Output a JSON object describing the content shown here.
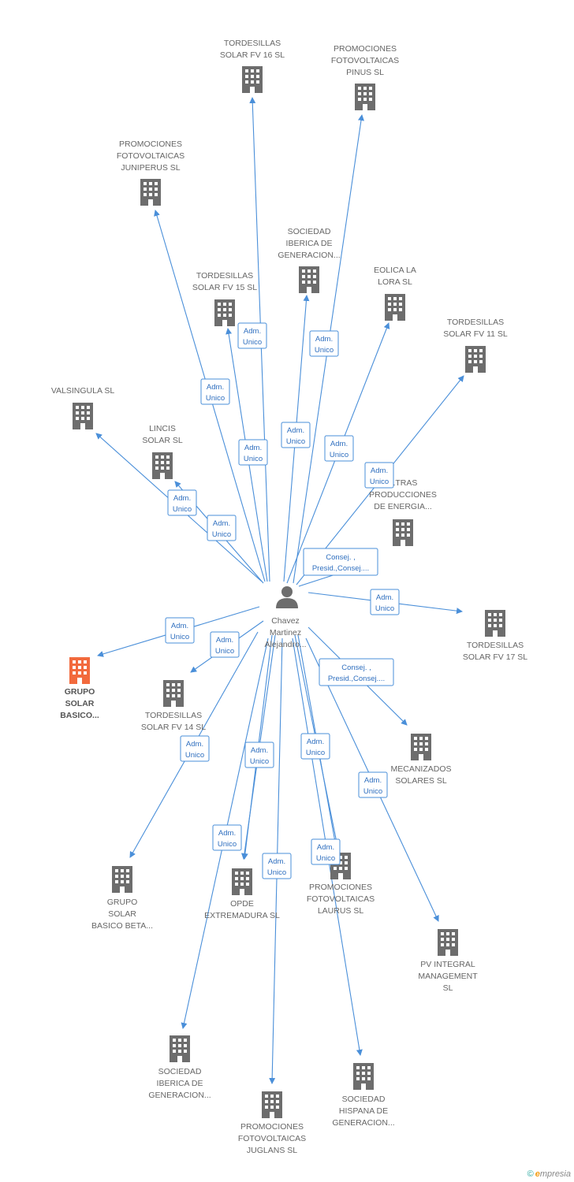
{
  "colors": {
    "edge": "#4a8fd9",
    "building": "#6d6d6d",
    "highlight": "#f26a3d",
    "person": "#6d6d6d"
  },
  "person": {
    "name_lines": [
      "Chavez",
      "Martinez",
      "Alejandro..."
    ],
    "icon": "person-icon"
  },
  "companies": [
    {
      "id": "tordesillas-16",
      "lines": [
        "TORDESILLAS",
        "SOLAR FV 16 SL"
      ],
      "role": [
        "Adm.",
        "Unico"
      ]
    },
    {
      "id": "pinus",
      "lines": [
        "PROMOCIONES",
        "FOTOVOLTAICAS",
        "PINUS SL"
      ],
      "role": [
        "Adm.",
        "Unico"
      ]
    },
    {
      "id": "juniperus",
      "lines": [
        "PROMOCIONES",
        "FOTOVOLTAICAS",
        "JUNIPERUS SL"
      ],
      "role": [
        "Adm.",
        "Unico"
      ]
    },
    {
      "id": "sociedad-iberica-1",
      "lines": [
        "SOCIEDAD",
        "IBERICA DE",
        "GENERACION..."
      ],
      "role": [
        "Adm.",
        "Unico"
      ]
    },
    {
      "id": "tordesillas-15",
      "lines": [
        "TORDESILLAS",
        "SOLAR FV 15 SL"
      ],
      "role": [
        "Adm.",
        "Unico"
      ]
    },
    {
      "id": "eolica",
      "lines": [
        "EOLICA LA",
        "LORA SL"
      ],
      "role": [
        "Adm.",
        "Unico"
      ]
    },
    {
      "id": "tordesillas-11",
      "lines": [
        "TORDESILLAS",
        "SOLAR FV 11 SL"
      ],
      "role": [
        "Adm.",
        "Unico"
      ]
    },
    {
      "id": "valsingula",
      "lines": [
        "VALSINGULA SL"
      ],
      "role": [
        "Adm.",
        "Unico"
      ]
    },
    {
      "id": "lincis",
      "lines": [
        "LINCIS",
        "SOLAR SL"
      ],
      "role": [
        "Adm.",
        "Unico"
      ]
    },
    {
      "id": "producciones",
      "lines": [
        "...TRAS",
        "PRODUCCIONES",
        "DE ENERGIA..."
      ],
      "role": [
        "Consej. ,",
        "Presid.,Consej...."
      ]
    },
    {
      "id": "tordesillas-17",
      "lines": [
        "TORDESILLAS",
        "SOLAR FV 17 SL"
      ],
      "role": [
        "Adm.",
        "Unico"
      ]
    },
    {
      "id": "grupo-solar-basico",
      "lines": [
        "GRUPO",
        "SOLAR",
        "BASICO..."
      ],
      "role": [
        "Adm.",
        "Unico"
      ],
      "highlight": true
    },
    {
      "id": "tordesillas-14",
      "lines": [
        "TORDESILLAS",
        "SOLAR FV 14 SL"
      ],
      "role": [
        "Adm.",
        "Unico"
      ]
    },
    {
      "id": "mecanizados",
      "lines": [
        "MECANIZADOS",
        "SOLARES SL"
      ],
      "role": [
        "Consej. ,",
        "Presid.,Consej...."
      ]
    },
    {
      "id": "grupo-beta",
      "lines": [
        "GRUPO",
        "SOLAR",
        "BASICO BETA..."
      ],
      "role": [
        "Adm.",
        "Unico"
      ]
    },
    {
      "id": "opde",
      "lines": [
        "OPDE",
        "EXTREMADURA SL"
      ],
      "role": [
        "Adm.",
        "Unico"
      ]
    },
    {
      "id": "laurus",
      "lines": [
        "PROMOCIONES",
        "FOTOVOLTAICAS",
        "LAURUS SL"
      ],
      "role": [
        "Adm.",
        "Unico"
      ]
    },
    {
      "id": "pv-integral",
      "lines": [
        "PV INTEGRAL",
        "MANAGEMENT",
        "SL"
      ],
      "role": [
        "Adm.",
        "Unico"
      ]
    },
    {
      "id": "sociedad-iberica-2",
      "lines": [
        "SOCIEDAD",
        "IBERICA DE",
        "GENERACION..."
      ],
      "role": [
        "Adm.",
        "Unico"
      ]
    },
    {
      "id": "sociedad-hispana",
      "lines": [
        "SOCIEDAD",
        "HISPANA DE",
        "GENERACION..."
      ],
      "role": [
        "Adm.",
        "Unico"
      ]
    },
    {
      "id": "juglans",
      "lines": [
        "PROMOCIONES",
        "FOTOVOLTAICAS",
        "JUGLANS SL"
      ],
      "role": [
        "Adm.",
        "Unico"
      ]
    },
    {
      "id": "extra-opde",
      "lines": [],
      "role": [
        "Adm.",
        "Unico"
      ]
    },
    {
      "id": "extra-laurus",
      "lines": [],
      "role": [
        "Adm.",
        "Unico"
      ]
    }
  ],
  "footer": {
    "copyright": "©",
    "brand_initial": "e",
    "brand_rest": "mpresia"
  }
}
